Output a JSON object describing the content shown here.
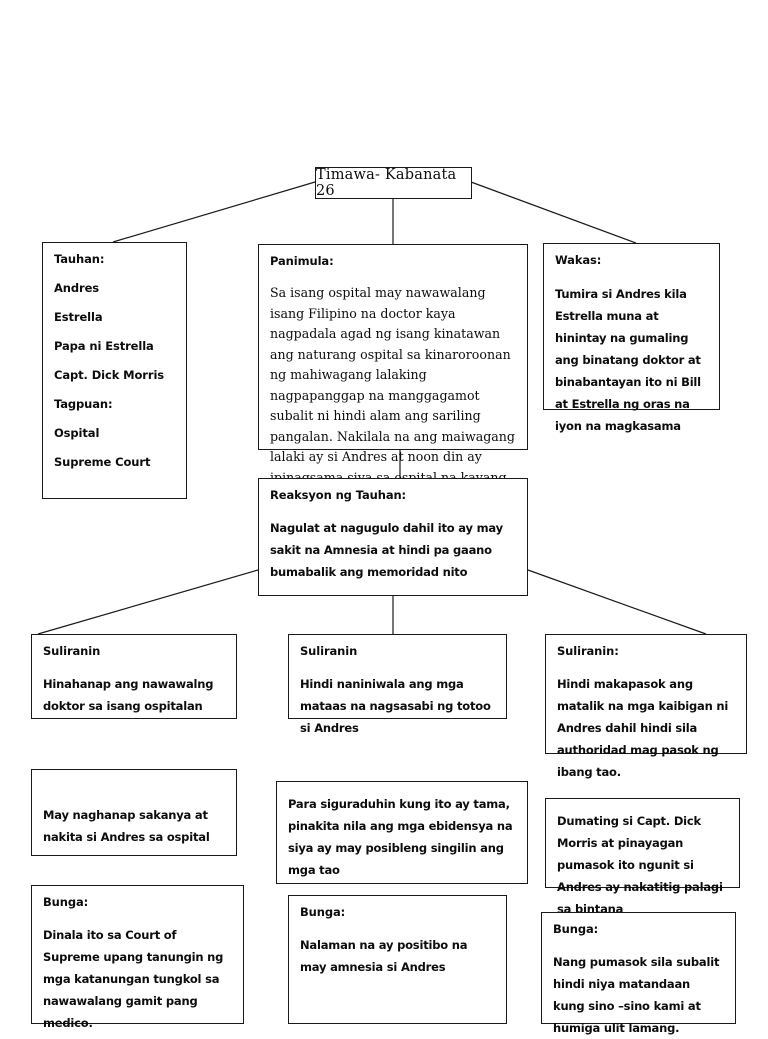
{
  "diagram": {
    "title": "Timawa- Kabanata 26",
    "nodes": {
      "tauhan": {
        "header": "Tauhan:",
        "items": [
          "Andres",
          "Estrella",
          "Papa ni Estrella",
          "Capt. Dick Morris",
          "Tagpuan:",
          "Ospital",
          "Supreme Court"
        ]
      },
      "panimula": {
        "header": "Panimula:",
        "body": "Sa isang ospital may nawawalang isang Filipino na doctor kaya nagpadala agad ng isang kinatawan ang naturang ospital sa kinaroroonan ng mahiwagang lalaking nagpapanggap na manggagamot subalit ni hindi alam ang sariling pangalan. Nakilala na ang maiwagang lalaki ay si Andres at noon din ay ipinagsama siya sa ospital na kayang dating himpilan."
      },
      "wakas": {
        "header": "Wakas:",
        "body": "Tumira si Andres kila Estrella muna at hinintay na gumaling ang binatang doktor at binabantayan ito ni Bill at Estrella ng oras na iyon na magkasama"
      },
      "reaksyon": {
        "header": "Reaksyon ng Tauhan:",
        "body": "Nagulat at nagugulo dahil ito ay may sakit na Amnesia at hindi pa gaano bumabalik ang memoridad nito"
      },
      "suliranin_left": {
        "header": "Suliranin",
        "body": "Hinahanap ang nawawalng doktor sa isang ospitalan"
      },
      "suliranin_center": {
        "header": "Suliranin",
        "body": "Hindi naniniwala ang mga mataas na nagsasabi ng totoo si Andres"
      },
      "suliranin_right": {
        "header": "Suliranin:",
        "body": "Hindi makapasok ang matalik na mga kaibigan ni Andres dahil hindi sila authoridad mag pasok ng ibang tao."
      },
      "action_left": {
        "body": "May naghanap sakanya at nakita si Andres sa ospital"
      },
      "action_center": {
        "body": "Para siguraduhin kung ito ay tama, pinakita nila ang mga ebidensya na siya ay may posibleng singilin ang mga tao"
      },
      "action_right": {
        "body": "Dumating si Capt. Dick Morris at pinayagan pumasok ito ngunit si Andres ay nakatitig palagi sa bintana"
      },
      "bunga_left": {
        "header": "Bunga:",
        "body": "Dinala ito sa Court of Supreme upang tanungin ng mga katanungan tungkol sa nawawalang gamit pang medico."
      },
      "bunga_center": {
        "header": "Bunga:",
        "body": "Nalaman na ay positibo na may amnesia si Andres"
      },
      "bunga_right": {
        "header": "Bunga:",
        "body": "Nang pumasok sila subalit hindi niya matandaan kung sino –sino kami at humiga ulit lamang."
      }
    }
  }
}
